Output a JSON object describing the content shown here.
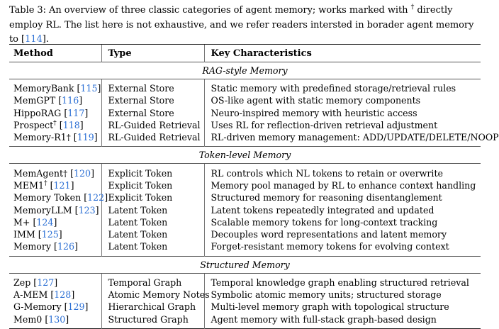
{
  "caption": {
    "line1_a": "Table 3: An overview of three classic categories of agent memory; works marked with ",
    "line1_dagger": "†",
    "line1_b": " directly employ RL.",
    "line2_a": "The list here is not exhaustive, and we refer readers intersted in borader agent memory to ",
    "line2_bracket_open": "[",
    "line2_ref": "114",
    "line2_bracket_close": "].",
    "ref_color": "#2b6fd4"
  },
  "table": {
    "columns": [
      "Method",
      "Type",
      "Key Characteristics"
    ],
    "sections": [
      {
        "label": "RAG-style Memory",
        "rows": [
          {
            "method_name": "MemoryBank",
            "method_dagger": "",
            "method_dagger_style": "none",
            "ref": "115",
            "type": "External Store",
            "key": "Static memory with predefined storage/retrieval rules"
          },
          {
            "method_name": "MemGPT",
            "method_dagger": "",
            "method_dagger_style": "none",
            "ref": "116",
            "type": "External Store",
            "key": "OS-like agent with static memory components"
          },
          {
            "method_name": "HippoRAG",
            "method_dagger": "",
            "method_dagger_style": "none",
            "ref": "117",
            "type": "External Store",
            "key": "Neuro-inspired memory with heuristic access"
          },
          {
            "method_name": "Prospect",
            "method_dagger": "†",
            "method_dagger_style": "sup",
            "ref": "118",
            "type": "RL-Guided Retrieval",
            "key": "Uses RL for reflection-driven retrieval adjustment"
          },
          {
            "method_name": "Memory-R1",
            "method_dagger": "†",
            "method_dagger_style": "base",
            "ref": "119",
            "type": "RL-Guided Retrieval",
            "key": "RL-driven memory management: ADD/UPDATE/DELETE/NOOP"
          }
        ]
      },
      {
        "label": "Token-level Memory",
        "rows": [
          {
            "method_name": "MemAgent",
            "method_dagger": "†",
            "method_dagger_style": "base",
            "ref": "120",
            "type": "Explicit Token",
            "key": "RL controls which NL tokens to retain or overwrite"
          },
          {
            "method_name": "MEM1",
            "method_dagger": "†",
            "method_dagger_style": "sup",
            "ref": "121",
            "type": "Explicit Token",
            "key": "Memory pool managed by RL to enhance context handling"
          },
          {
            "method_name": "Memory Token",
            "method_dagger": "",
            "method_dagger_style": "none",
            "ref": "122",
            "type": "Explicit Token",
            "key": "Structured memory for reasoning disentanglement"
          },
          {
            "method_name": "MemoryLLM",
            "method_dagger": "",
            "method_dagger_style": "none",
            "ref": "123",
            "type": "Latent Token",
            "key": "Latent tokens repeatedly integrated and updated"
          },
          {
            "method_name": "M+",
            "method_dagger": "",
            "method_dagger_style": "none",
            "ref": "124",
            "type": "Latent Token",
            "key": "Scalable memory tokens for long-context tracking"
          },
          {
            "method_name": "IMM",
            "method_dagger": "",
            "method_dagger_style": "none",
            "ref": "125",
            "type": "Latent Token",
            "key": "Decouples word representations and latent memory"
          },
          {
            "method_name": "Memory",
            "method_dagger": "",
            "method_dagger_style": "none",
            "ref": "126",
            "type": "Latent Token",
            "key": "Forget-resistant memory tokens for evolving context"
          }
        ]
      },
      {
        "label": "Structured Memory",
        "rows": [
          {
            "method_name": "Zep",
            "method_dagger": "",
            "method_dagger_style": "none",
            "ref": "127",
            "type": "Temporal Graph",
            "key": "Temporal knowledge graph enabling structured retrieval"
          },
          {
            "method_name": "A-MEM",
            "method_dagger": "",
            "method_dagger_style": "none",
            "ref": "128",
            "type": "Atomic Memory Notes",
            "key": "Symbolic atomic memory units; structured storage"
          },
          {
            "method_name": "G-Memory",
            "method_dagger": "",
            "method_dagger_style": "none",
            "ref": "129",
            "type": "Hierarchical Graph",
            "key": "Multi-level memory graph with topological structure"
          },
          {
            "method_name": "Mem0",
            "method_dagger": "",
            "method_dagger_style": "none",
            "ref": "130",
            "type": "Structured Graph",
            "key": "Agent memory with full-stack graph-based design"
          }
        ]
      }
    ]
  }
}
